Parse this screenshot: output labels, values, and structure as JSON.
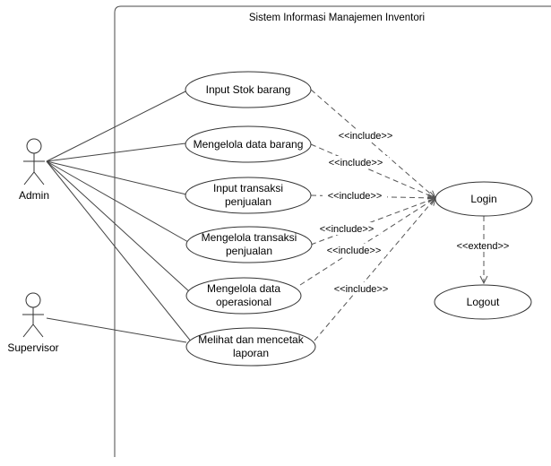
{
  "system": {
    "title": "Sistem Informasi Manajemen Inventori"
  },
  "actors": {
    "admin": "Admin",
    "supervisor": "Supervisor"
  },
  "use_cases": {
    "input_stok": [
      "Input Stok barang"
    ],
    "kelola_barang": [
      "Mengelola data barang"
    ],
    "input_transaksi": [
      "Input transaksi",
      "penjualan"
    ],
    "kelola_transaksi": [
      "Mengelola transaksi",
      "penjualan"
    ],
    "kelola_operasional": [
      "Mengelola data",
      "operasional"
    ],
    "laporan": [
      "Melihat dan mencetak",
      "laporan"
    ],
    "login": [
      "Login"
    ],
    "logout": [
      "Logout"
    ]
  },
  "relationships": {
    "include": "<<include>>",
    "extend": "<<extend>>"
  }
}
